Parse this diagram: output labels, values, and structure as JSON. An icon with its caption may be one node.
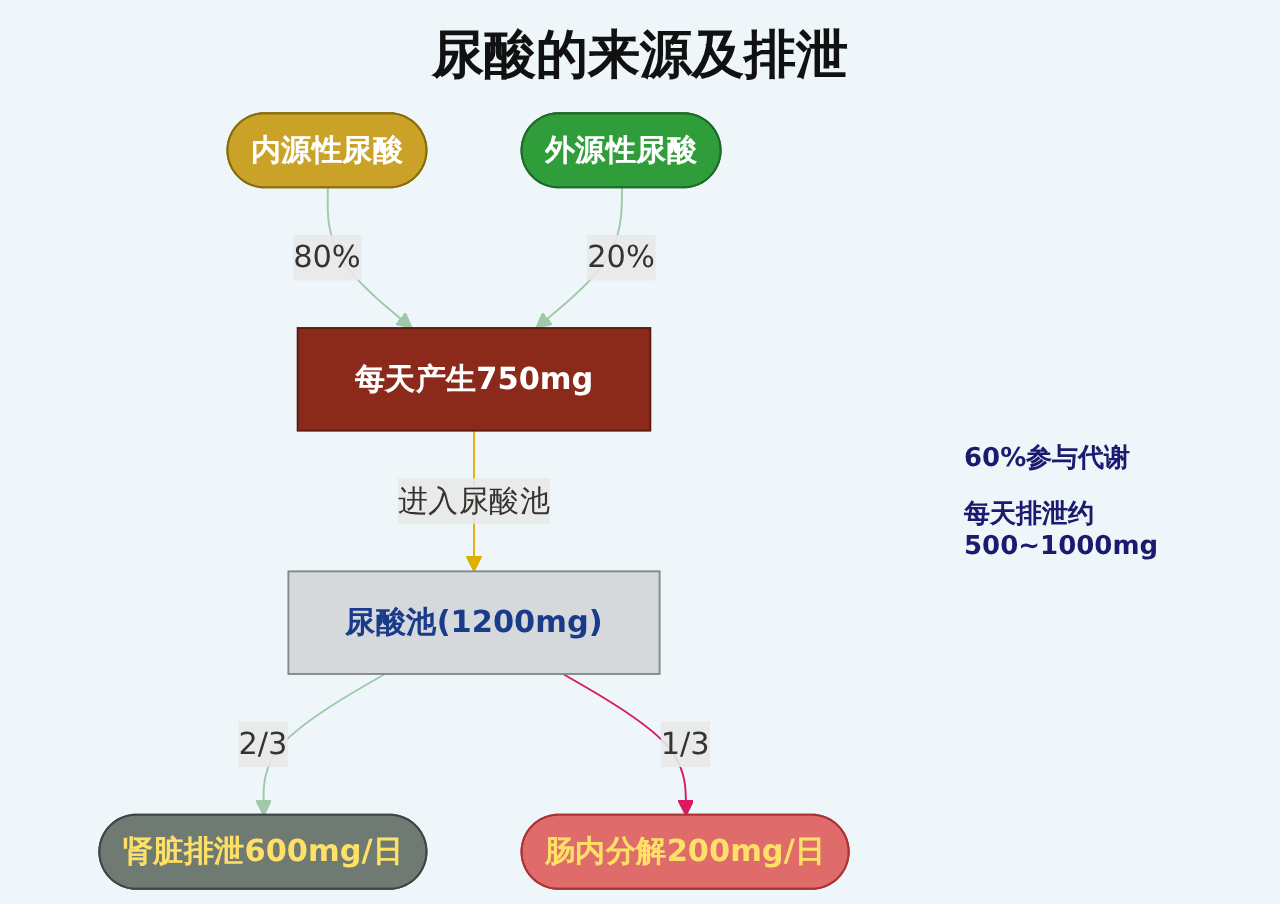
{
  "diagram": {
    "title": "尿酸的来源及排泄",
    "nodes": [
      {
        "text": [
          "内源性尿酸"
        ]
      },
      {
        "text": [
          "外源性尿酸"
        ]
      },
      {
        "text": [
          "每天产生750mg"
        ]
      },
      {
        "text": [
          "尿酸池(1200mg)"
        ]
      },
      {
        "text": [
          "肾脏排泄600mg/日"
        ]
      },
      {
        "text": [
          "肠内分解200mg/日"
        ]
      }
    ],
    "edges": [
      {
        "from": 0,
        "to": 2,
        "arrow": "to",
        "label": "80%",
        "color": "#9fc9a8"
      },
      {
        "from": 1,
        "to": 2,
        "arrow": "to",
        "label": "20%",
        "color": "#9fc9a8"
      },
      {
        "from": 2,
        "to": 3,
        "arrow": "to",
        "label": "进入尿酸池",
        "color": "#e0b000"
      },
      {
        "from": 3,
        "to": 4,
        "arrow": "to",
        "label": "2/3",
        "color": "#9fc9a8"
      },
      {
        "from": 3,
        "to": 5,
        "arrow": "to",
        "label": "1/3",
        "color": "#d81b60"
      }
    ],
    "labels": [
      "60%参与代谢",
      "每天排泄约500~1000mg"
    ]
  }
}
